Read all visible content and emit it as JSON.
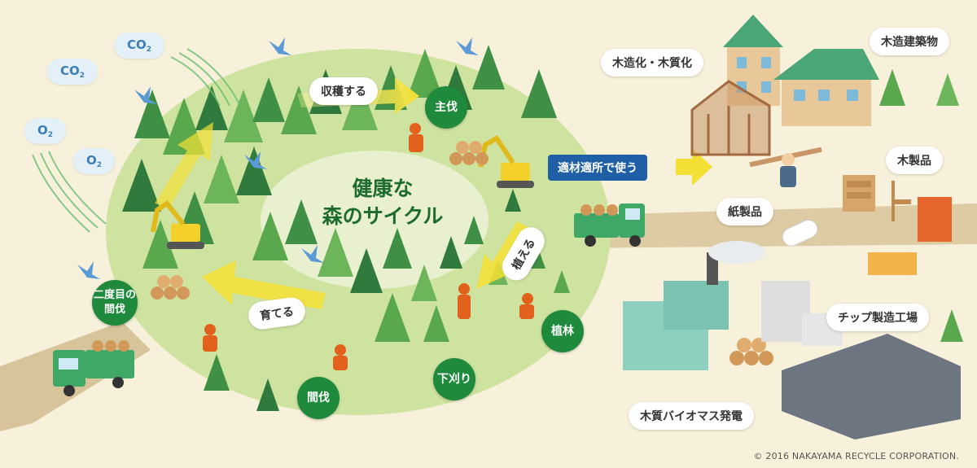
{
  "clouds": {
    "co2_a": {
      "main": "CO",
      "sub": "2"
    },
    "co2_b": {
      "main": "CO",
      "sub": "2"
    },
    "o2_a": {
      "main": "O",
      "sub": "2"
    },
    "o2_b": {
      "main": "O",
      "sub": "2"
    }
  },
  "center_title": {
    "line1": "健康な",
    "line2": "森のサイクル"
  },
  "cycle_labels": {
    "harvest": "収穫する",
    "grow": "育てる",
    "plant": "植える"
  },
  "circles": {
    "main_cut": "主伐",
    "second_thin_l1": "二度目の",
    "second_thin_l2": "間伐",
    "thinning": "間伐",
    "weeding": "下刈り",
    "planting": "植林"
  },
  "use_label": "適材適所で使う",
  "products": {
    "wooden_building": "木造建築物",
    "wood_conversion": "木造化・木質化",
    "wood_products": "木製品",
    "paper_products": "紙製品",
    "chip_factory": "チップ製造工場",
    "biomass_power": "木質バイオマス発電"
  },
  "copyright": "© 2016 NAKAYAMA RECYCLE CORPORATION."
}
